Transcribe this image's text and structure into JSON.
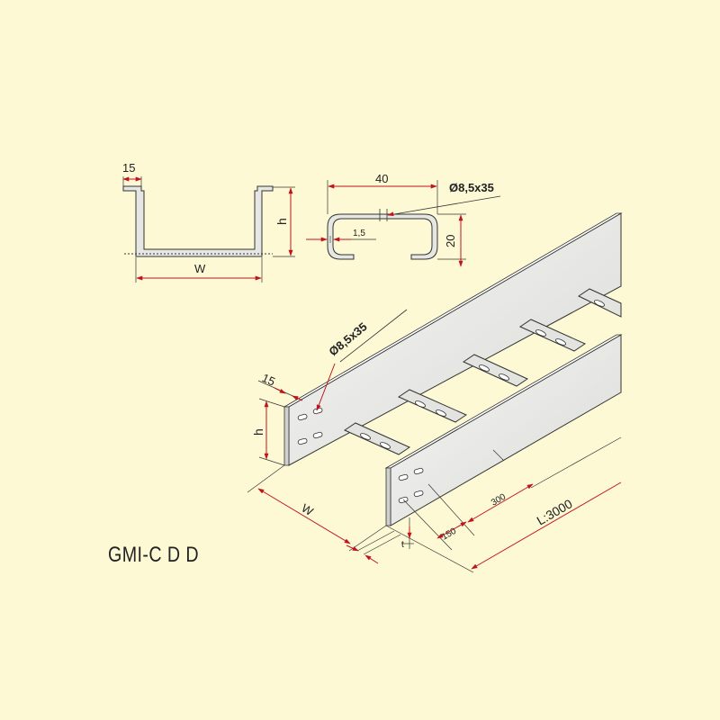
{
  "product": {
    "code": "GMI-C D D"
  },
  "section_view": {
    "flange_label": "15",
    "height_label": "h",
    "width_label": "W"
  },
  "rung_profile": {
    "width_label": "40",
    "hole_label": "Ø8,5x35",
    "thickness_label": "1,5",
    "height_label": "20"
  },
  "ladder_view": {
    "hole_label": "Ø8,5x35",
    "flange_label": "15",
    "height_label": "h",
    "width_label": "W",
    "thickness_label": "t",
    "slot_offset_label": "150",
    "rung_pitch_label": "300",
    "length_label": "L:3000"
  },
  "colors": {
    "background": "#fdf9d5",
    "line": "#333333",
    "dimension_arrow": "#c0141c",
    "metal": "#ececea"
  }
}
